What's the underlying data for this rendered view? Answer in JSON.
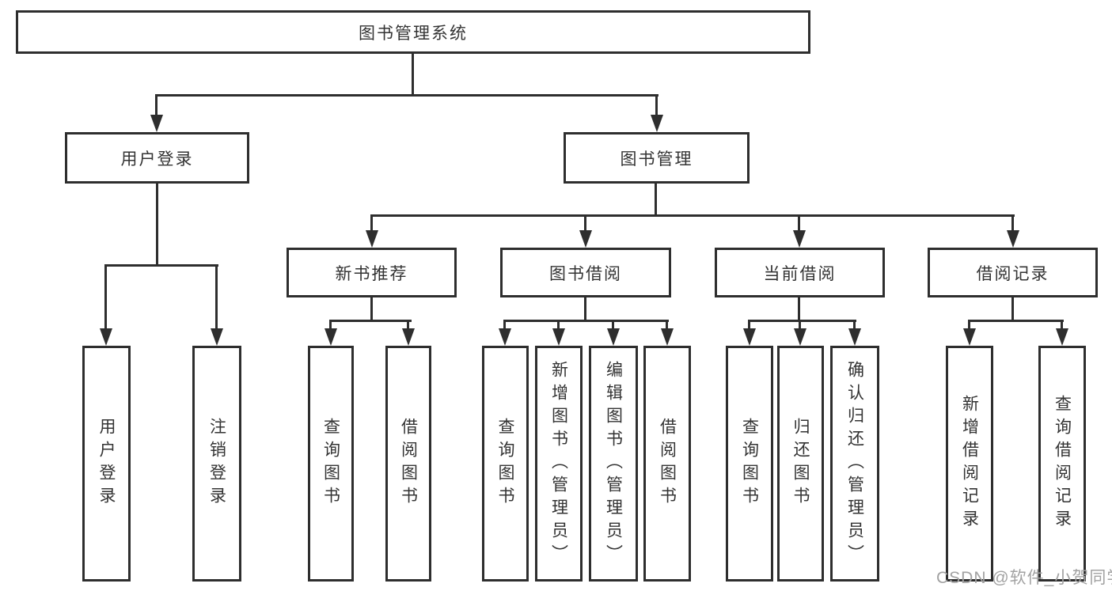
{
  "diagram": {
    "type": "hierarchy-flowchart",
    "colors": {
      "line": "#2e2e2e",
      "text": "#333333",
      "background": "#ffffff",
      "watermark": "#a2a2a2"
    },
    "tree": {
      "root": {
        "label": "图书管理系统"
      },
      "branches": [
        {
          "label": "用户登录",
          "children": [
            {
              "label": "用户登录"
            },
            {
              "label": "注销登录"
            }
          ]
        },
        {
          "label": "图书管理",
          "children": [
            {
              "label": "新书推荐",
              "children": [
                {
                  "label": "查询图书"
                },
                {
                  "label": "借阅图书"
                }
              ]
            },
            {
              "label": "图书借阅",
              "children": [
                {
                  "label": "查询图书"
                },
                {
                  "label": "新增图书（管理员）"
                },
                {
                  "label": "编辑图书（管理员）"
                },
                {
                  "label": "借阅图书"
                }
              ]
            },
            {
              "label": "当前借阅",
              "children": [
                {
                  "label": "查询图书"
                },
                {
                  "label": "归还图书"
                },
                {
                  "label": "确认归还（管理员）"
                }
              ]
            },
            {
              "label": "借阅记录",
              "children": [
                {
                  "label": "新增借阅记录"
                },
                {
                  "label": "查询借阅记录"
                }
              ]
            }
          ]
        }
      ]
    },
    "watermark": {
      "text": "CSDN @软件_小贺同学"
    }
  }
}
